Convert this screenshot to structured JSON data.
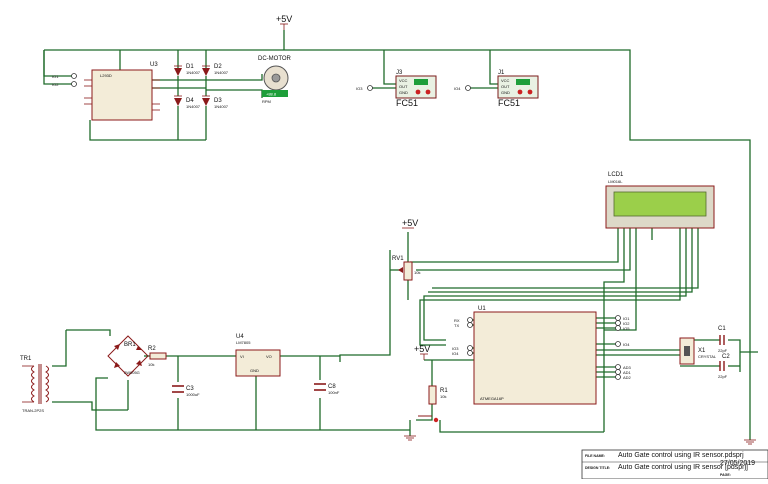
{
  "power": {
    "vcc_top": "+5V",
    "vcc_mid": "+5V",
    "vcc_mcu": "+5V"
  },
  "components": {
    "u3": {
      "ref": "U3",
      "part": "L293D"
    },
    "d1": {
      "ref": "D1",
      "part": "1N4007"
    },
    "d2": {
      "ref": "D2",
      "part": "1N4007"
    },
    "d3": {
      "ref": "D3",
      "part": "1N4007"
    },
    "d4": {
      "ref": "D4",
      "part": "1N4007"
    },
    "motor": {
      "ref": "DC-MOTOR",
      "value": "+88.8",
      "unit": "RPM"
    },
    "j3": {
      "ref": "J3",
      "module": "FC51",
      "pins": [
        "VCC",
        "OUT",
        "GND"
      ]
    },
    "j1": {
      "ref": "J1",
      "module": "FC51",
      "pins": [
        "VCC",
        "OUT",
        "GND"
      ]
    },
    "lcd": {
      "ref": "LCD1",
      "part": "LM016L"
    },
    "rv1": {
      "ref": "RV1",
      "value": "10k"
    },
    "u1": {
      "ref": "U1",
      "part": "ATMEGA16P"
    },
    "x1": {
      "ref": "X1",
      "part": "CRYSTAL"
    },
    "c1": {
      "ref": "C1",
      "value": "22pF"
    },
    "c2": {
      "ref": "C2",
      "value": "22pF"
    },
    "c3": {
      "ref": "C3",
      "value": "1000uF"
    },
    "c8": {
      "ref": "C8",
      "value": "100nF"
    },
    "r1": {
      "ref": "R1",
      "value": "10k"
    },
    "r2": {
      "ref": "R2",
      "value": "10k"
    },
    "br1": {
      "ref": "BR1",
      "part": "2W005G"
    },
    "u4": {
      "ref": "U4",
      "part": "LM7805",
      "pins": [
        "VI",
        "VO",
        "GND"
      ]
    },
    "tr1": {
      "ref": "TR1",
      "part": "TRAN-2P2S"
    }
  },
  "net_labels": {
    "u3_in": [
      "IO1",
      "IO2"
    ],
    "j3_out": "IO3",
    "j1_out": "IO4",
    "mcu_left": [
      "RX",
      "TX",
      "IO3",
      "IO4"
    ],
    "mcu_right": [
      "IO1",
      "IO2",
      "IO5",
      "IO4",
      "AD3",
      "AD1",
      "AD2"
    ]
  },
  "title_block": {
    "file_name_label": "FILE NAME:",
    "file_name": "Auto Gate control using IR sensor.pdsprj",
    "design_title_label": "DESIGN TITLE:",
    "design_title": "Auto Gate control using IR sensor [pdsprj]",
    "date": "27/05/2019",
    "page_label": "PAGE:"
  }
}
